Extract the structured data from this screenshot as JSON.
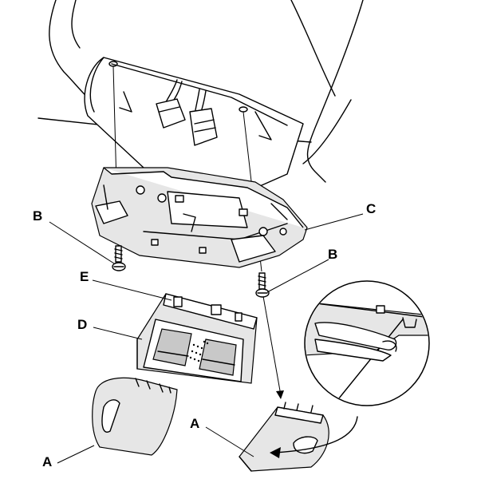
{
  "labels": {
    "b_left": "B",
    "c": "C",
    "b_right": "B",
    "e": "E",
    "d": "D",
    "a_right": "A",
    "a_left": "A"
  }
}
